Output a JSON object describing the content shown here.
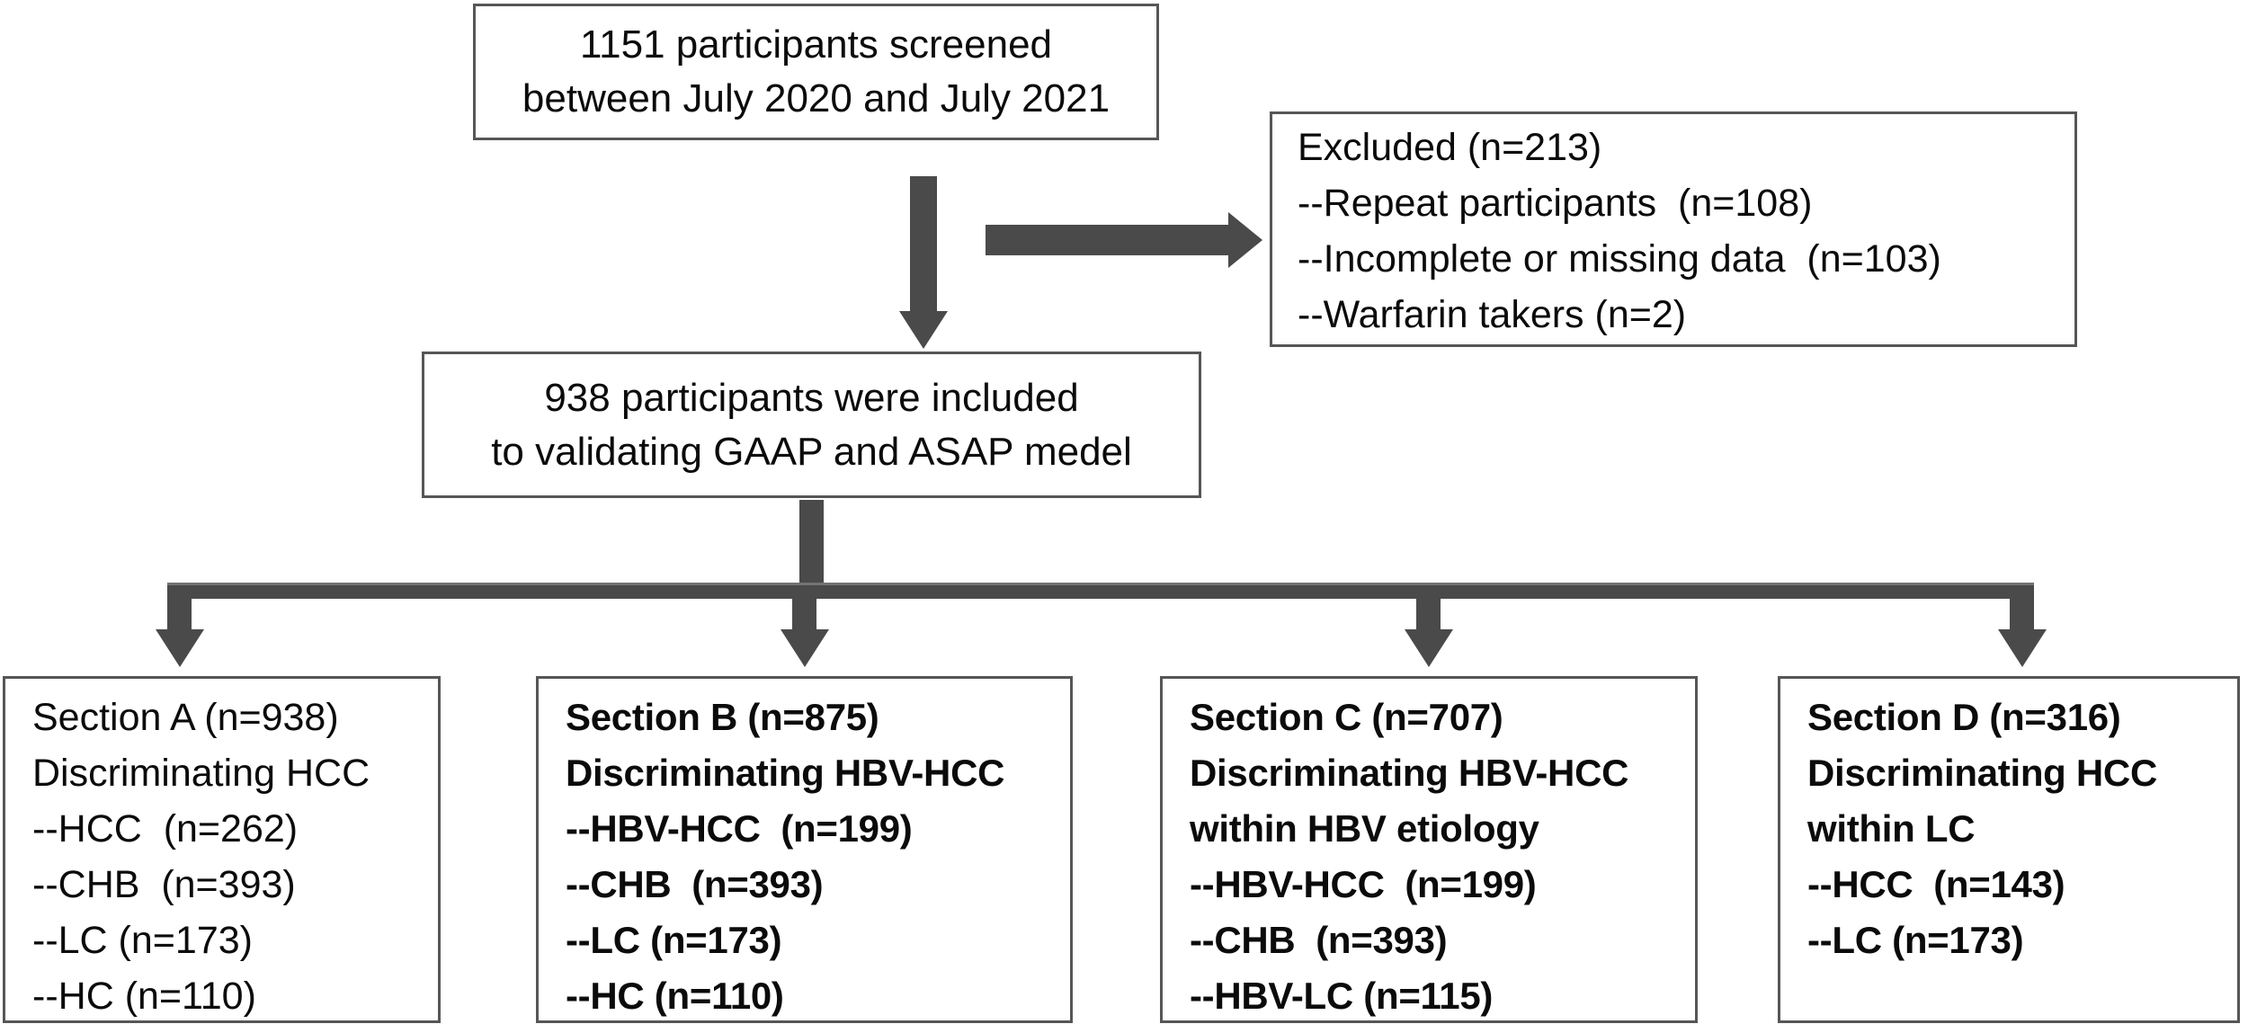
{
  "flow": {
    "top_box": {
      "lines": [
        "1151 participants screened",
        "between July 2020 and July 2021"
      ]
    },
    "excluded_box": {
      "lines": [
        "Excluded (n=213)",
        "--Repeat participants  (n=108)",
        "--Incomplete or missing data  (n=103)",
        "--Warfarin takers (n=2)"
      ]
    },
    "included_box": {
      "lines": [
        "938 participants were included",
        "to validating GAAP and ASAP medel"
      ]
    },
    "sections": [
      {
        "name": "Section A",
        "lines": [
          "Section A (n=938)",
          "Discriminating HCC",
          "--HCC  (n=262)",
          "--CHB  (n=393)",
          "--LC (n=173)",
          "--HC (n=110)"
        ]
      },
      {
        "name": "Section B",
        "lines": [
          "Section B (n=875)",
          "Discriminating HBV-HCC",
          "--HBV-HCC  (n=199)",
          "--CHB  (n=393)",
          "--LC (n=173)",
          "--HC (n=110)"
        ]
      },
      {
        "name": "Section C",
        "lines": [
          "Section C (n=707)",
          "Discriminating HBV-HCC",
          "within HBV etiology",
          "--HBV-HCC  (n=199)",
          "--CHB  (n=393)",
          "--HBV-LC (n=115)"
        ]
      },
      {
        "name": "Section D",
        "lines": [
          "Section D (n=316)",
          "Discriminating HCC",
          "within LC",
          "--HCC  (n=143)",
          "--LC (n=173)"
        ]
      }
    ],
    "colors": {
      "arrow": "#4a4a4a",
      "box_border": "#565656",
      "text": "#0b0b0b",
      "background": "#ffffff"
    }
  }
}
